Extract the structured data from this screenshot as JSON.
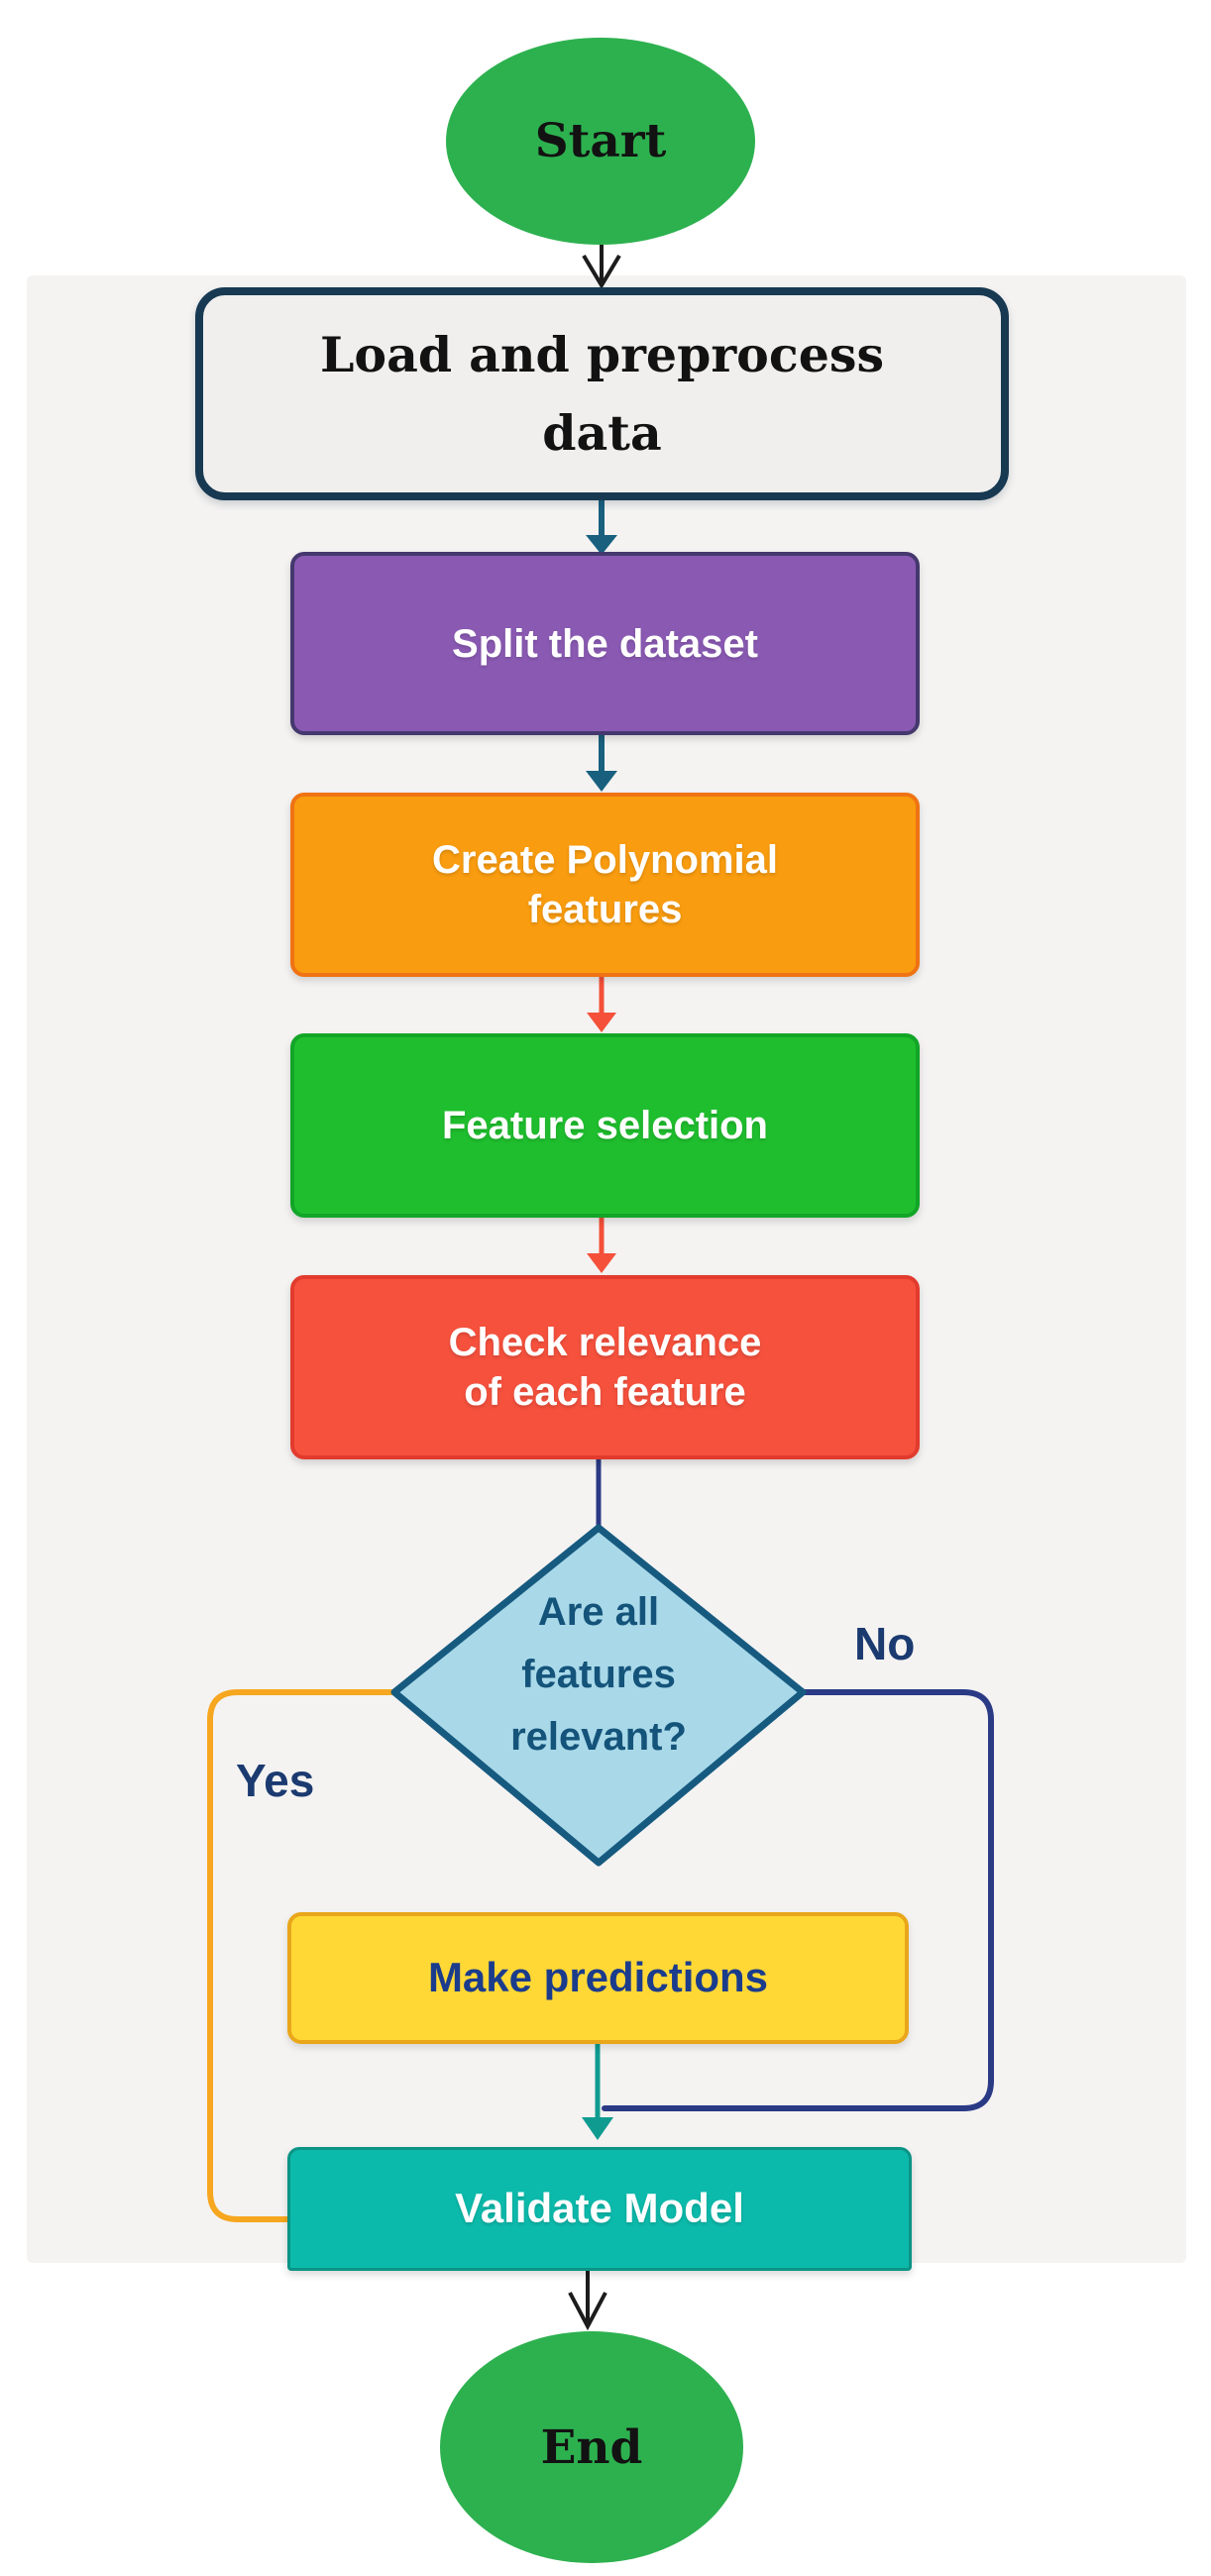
{
  "diagram": {
    "type": "flowchart",
    "panel_color": "#f4f3f2",
    "nodes": {
      "start": {
        "label": "Start",
        "shape": "ellipse",
        "fill": "#2db14f",
        "text_color": "#121212"
      },
      "load": {
        "label": "Load and preprocess data",
        "lines": [
          "Load and preprocess",
          "data"
        ],
        "shape": "rounded-rectangle",
        "fill": "#f0efee",
        "border_color": "#173951",
        "text_color": "#121212"
      },
      "split": {
        "label": "Split the dataset",
        "shape": "rectangle",
        "fill": "#8a5ab3",
        "border_color": "#45386e",
        "text_color": "#ffffff"
      },
      "create": {
        "label": "Create Polynomial features",
        "lines": [
          "Create Polynomial",
          "features"
        ],
        "shape": "rectangle",
        "fill": "#f99c0f",
        "border_color": "#ef7314",
        "text_color": "#ffffff"
      },
      "select": {
        "label": "Feature selection",
        "shape": "rectangle",
        "fill": "#1fbe2e",
        "border_color": "#12a527",
        "text_color": "#ffffff"
      },
      "check": {
        "label": "Check relevance of each feature",
        "lines": [
          "Check relevance",
          "of each feature"
        ],
        "shape": "rectangle",
        "fill": "#f5513d",
        "border_color": "#e23b2e",
        "text_color": "#ffffff"
      },
      "decision": {
        "label": "Are all features relevant?",
        "lines": [
          "Are all",
          "features",
          "relevant?"
        ],
        "shape": "diamond",
        "fill": "#a9d9e9",
        "border_color": "#175a80",
        "text_color": "#14537a"
      },
      "predict": {
        "label": "Make predictions",
        "shape": "rectangle",
        "fill": "#ffd836",
        "border_color": "#e9a61b",
        "text_color": "#1b3c8c"
      },
      "validate": {
        "label": "Validate Model",
        "shape": "rectangle",
        "fill": "#0cbaab",
        "border_color": "#0a9486",
        "text_color": "#ffffff"
      },
      "end": {
        "label": "End",
        "shape": "ellipse",
        "fill": "#2db14f",
        "text_color": "#121212"
      }
    },
    "branch_labels": {
      "yes": "Yes",
      "no": "No"
    },
    "edges": [
      {
        "from": "start",
        "to": "load",
        "color": "#1c1c1c",
        "head": "open-chevron"
      },
      {
        "from": "load",
        "to": "split",
        "color": "#19607f",
        "head": "triangle"
      },
      {
        "from": "split",
        "to": "create",
        "color": "#19607f",
        "head": "triangle"
      },
      {
        "from": "create",
        "to": "select",
        "color": "#f4503a",
        "head": "triangle"
      },
      {
        "from": "select",
        "to": "check",
        "color": "#f4503a",
        "head": "triangle"
      },
      {
        "from": "check",
        "to": "decision",
        "color": "#2b3a85",
        "head": "none"
      },
      {
        "from": "decision",
        "to": "validate",
        "label": "Yes",
        "color": "#f6a71f",
        "head": "none",
        "route": "left loop into Validate Model"
      },
      {
        "from": "decision",
        "to": "junction-above-validate",
        "label": "No",
        "color": "#2b3a85",
        "head": "none",
        "route": "right loop joining arrow above Validate Model"
      },
      {
        "from": "predict",
        "to": "validate",
        "color": "#0f9b90",
        "head": "triangle"
      },
      {
        "from": "validate",
        "to": "end",
        "color": "#1c1c1c",
        "head": "open-chevron"
      }
    ]
  }
}
